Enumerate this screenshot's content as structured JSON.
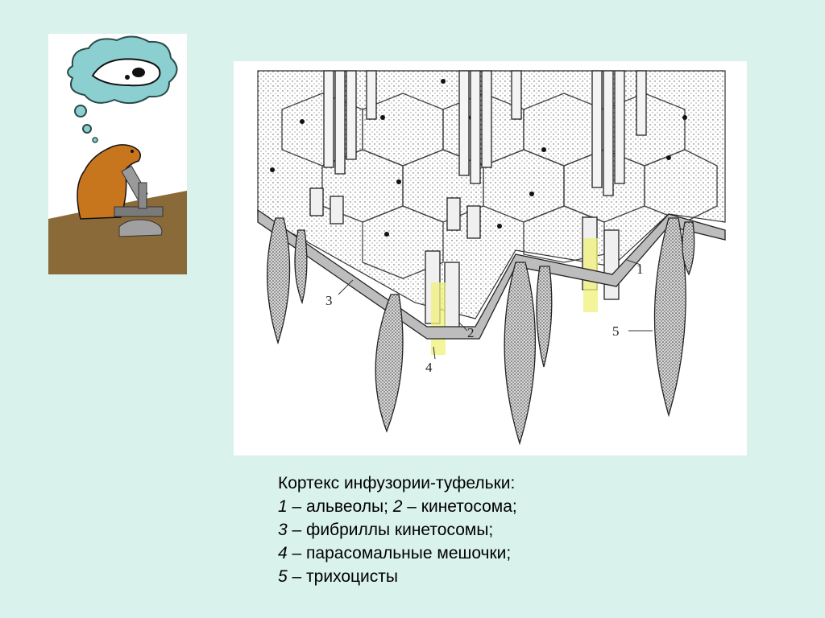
{
  "figure": {
    "labels": {
      "l1": "1",
      "l2": "2",
      "l3": "3",
      "l4": "4",
      "l5": "5"
    }
  },
  "caption": {
    "title": "Кортекс инфузории-туфельки:",
    "items": [
      {
        "num": "1",
        "text": " – альвеолы; "
      },
      {
        "num": "3",
        "text": " – фибриллы кинетосомы;"
      },
      {
        "num": "4",
        "text": " – парасомальные мешочки;"
      },
      {
        "num": "5",
        "text": " – трихоцисты"
      }
    ],
    "item1_extra_num": "2",
    "item1_extra_text": " – кинетосома;"
  },
  "colors": {
    "background": "#d9f2ec",
    "highlight": "#f0f07a",
    "desk": "#8b6a3a",
    "cloud": "#8ccfd0",
    "animal": "#c8761e"
  }
}
